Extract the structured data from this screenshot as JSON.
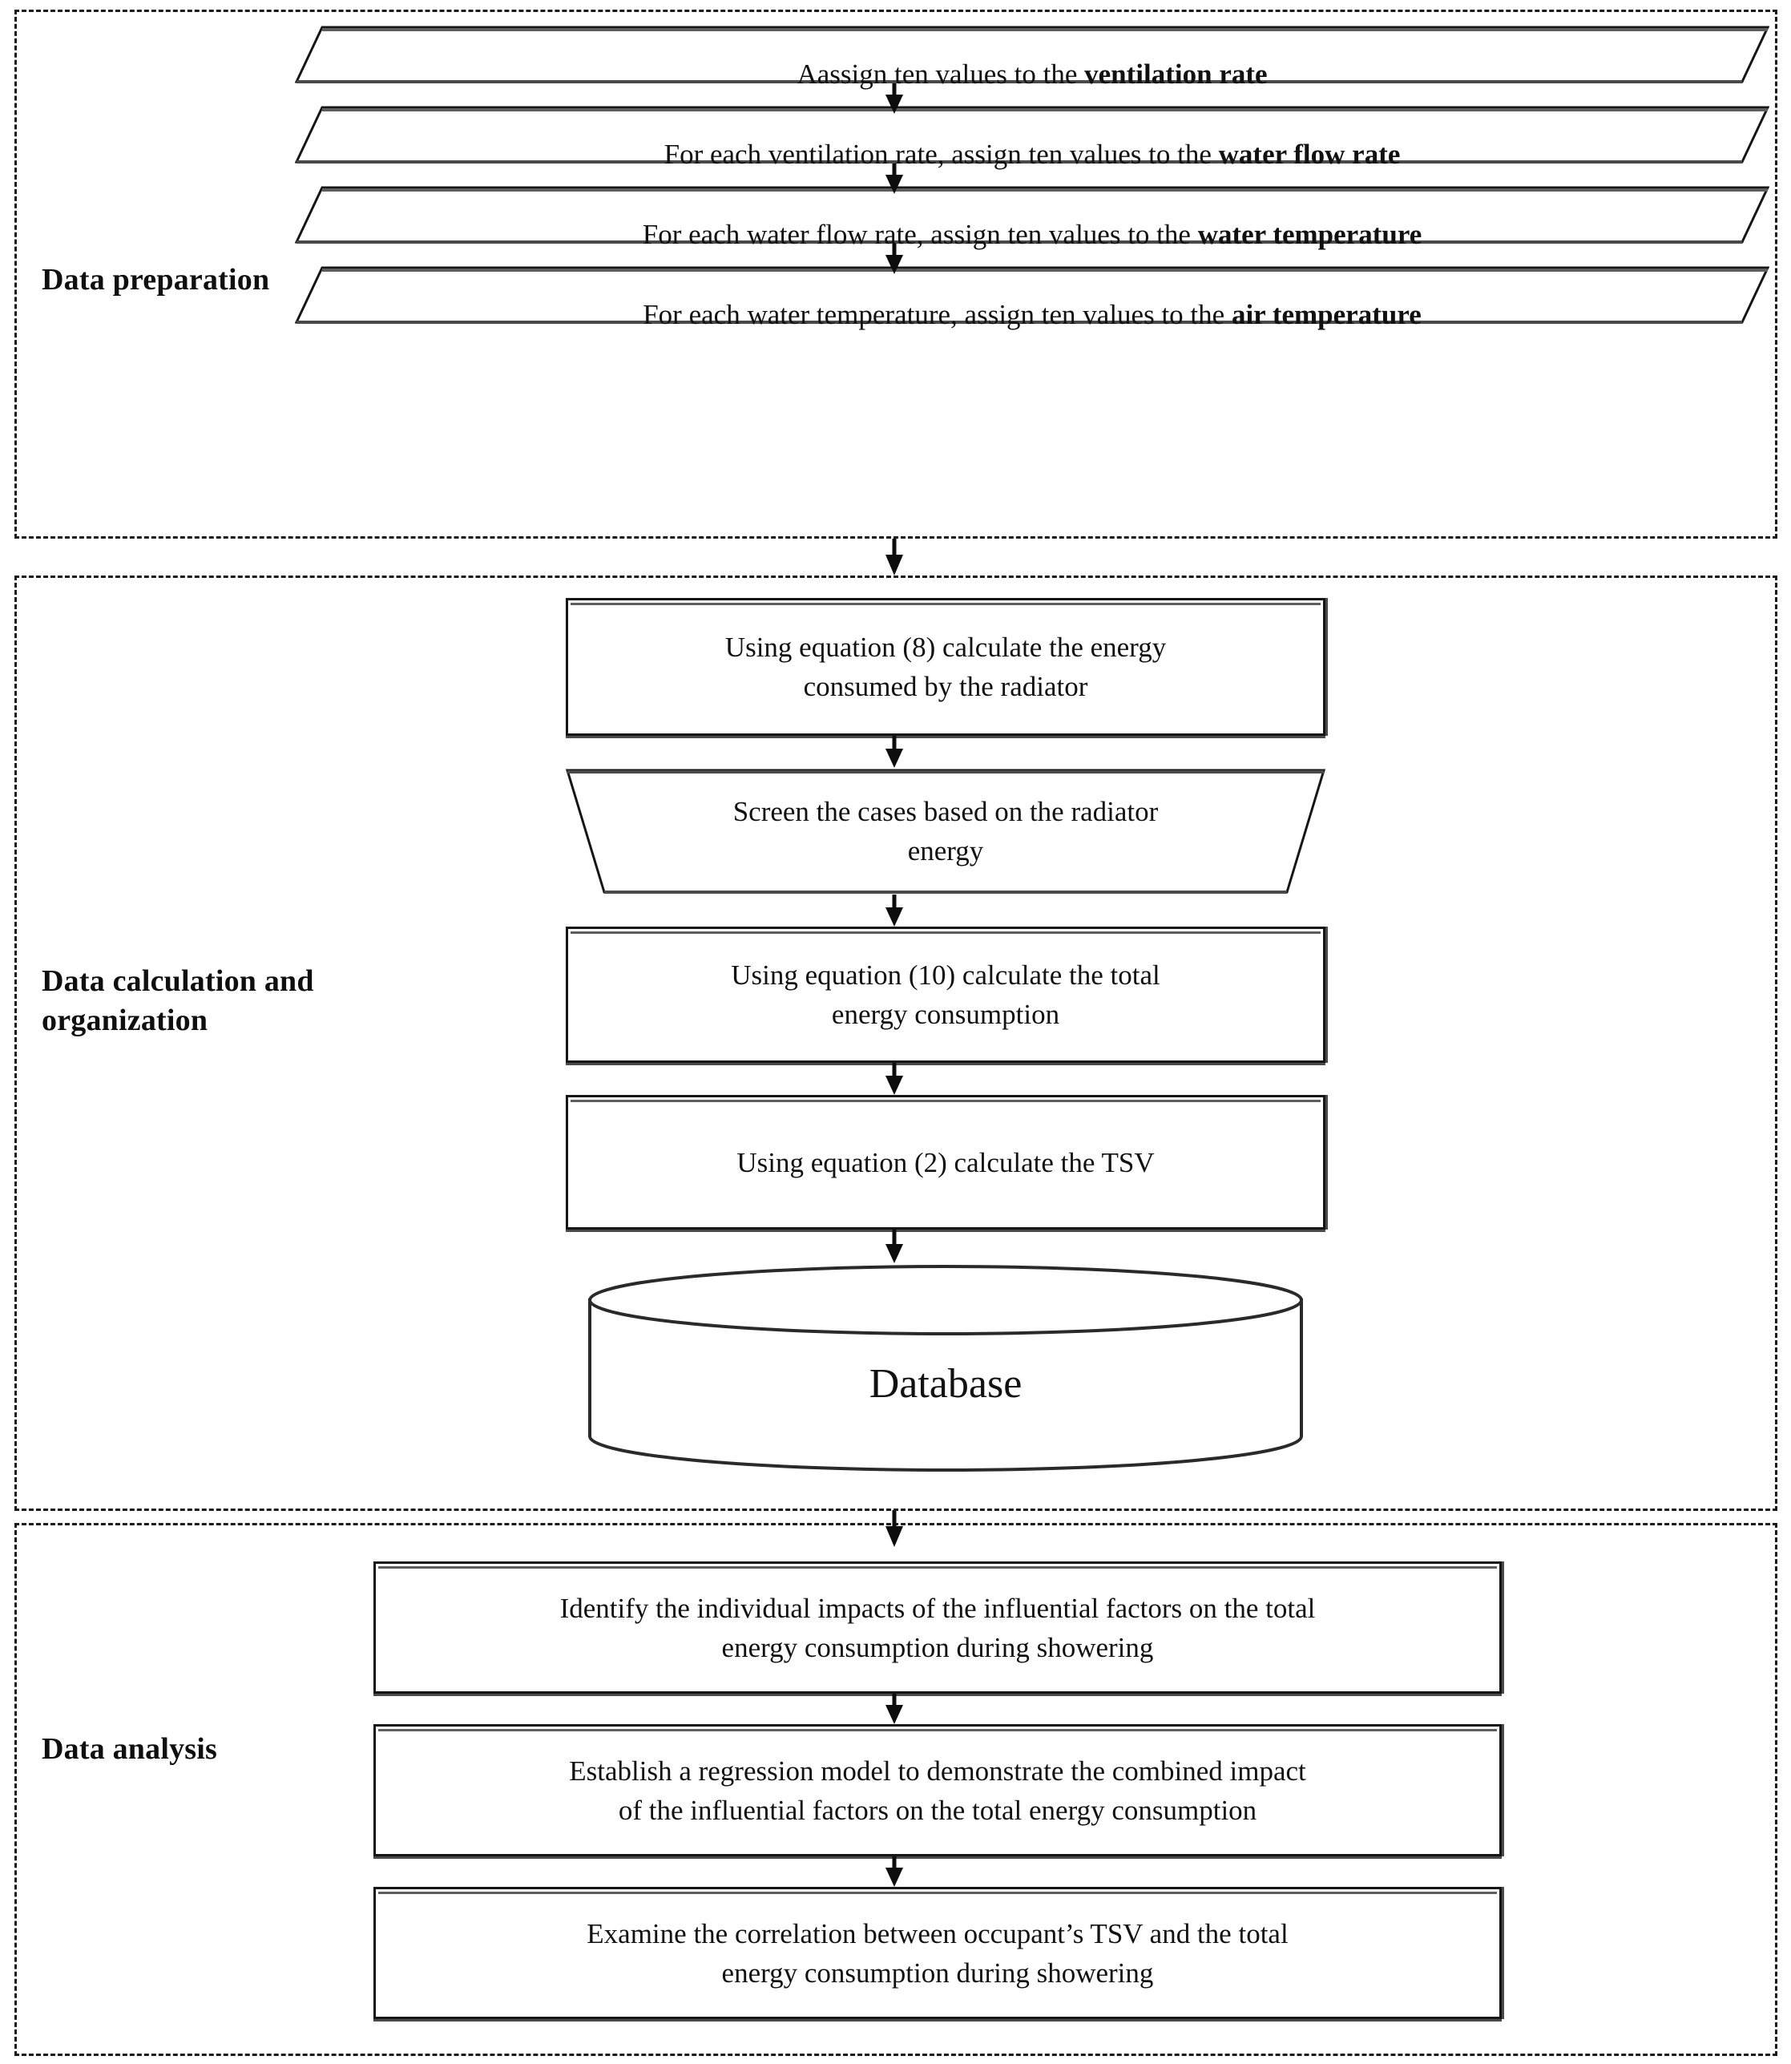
{
  "diagram": {
    "title": "Research methodology flowchart",
    "sections": [
      {
        "id": "data-preparation",
        "label": "Data\npreparation",
        "nodes": [
          {
            "shape": "parallelogram",
            "text_prefix": "Aassign ten values to the ",
            "text_bold": "ventilation rate",
            "text_suffix": ""
          },
          {
            "shape": "parallelogram",
            "text_prefix": "For each ventilation rate, assign ten values to the ",
            "text_bold": "water flow rate",
            "text_suffix": ""
          },
          {
            "shape": "parallelogram",
            "text_prefix": "For each water flow rate, assign ten values to the ",
            "text_bold": "water temperature",
            "text_suffix": ""
          },
          {
            "shape": "parallelogram",
            "text_prefix": "For each water temperature, assign ten values to the ",
            "text_bold": "air temperature",
            "text_suffix": ""
          }
        ]
      },
      {
        "id": "data-calculation-and-organization",
        "label": "Data calculation\nand\norganization",
        "nodes": [
          {
            "shape": "rectangle",
            "text": "Using equation (8) calculate the energy\nconsumed by the radiator"
          },
          {
            "shape": "trapezoid",
            "text": "Screen the cases based on the radiator\nenergy"
          },
          {
            "shape": "rectangle",
            "text": "Using equation (10) calculate the total\nenergy consumption"
          },
          {
            "shape": "rectangle",
            "text": "Using equation (2) calculate the TSV"
          },
          {
            "shape": "cylinder",
            "text": "Database"
          }
        ]
      },
      {
        "id": "data-analysis",
        "label": "Data analysis",
        "nodes": [
          {
            "shape": "rectangle",
            "text": "Identify the individual impacts of the influential factors on the total\nenergy consumption during showering"
          },
          {
            "shape": "rectangle",
            "text": "Establish a regression model to demonstrate the combined impact\nof the influential factors on the total energy consumption"
          },
          {
            "shape": "rectangle",
            "text": "Examine the correlation between occupant’s TSV and the total\nenergy consumption during showering"
          }
        ]
      }
    ],
    "colors": {
      "stroke": "#161616",
      "shadow": "#4a4a4a",
      "background": "#ffffff",
      "text": "#111111"
    }
  }
}
